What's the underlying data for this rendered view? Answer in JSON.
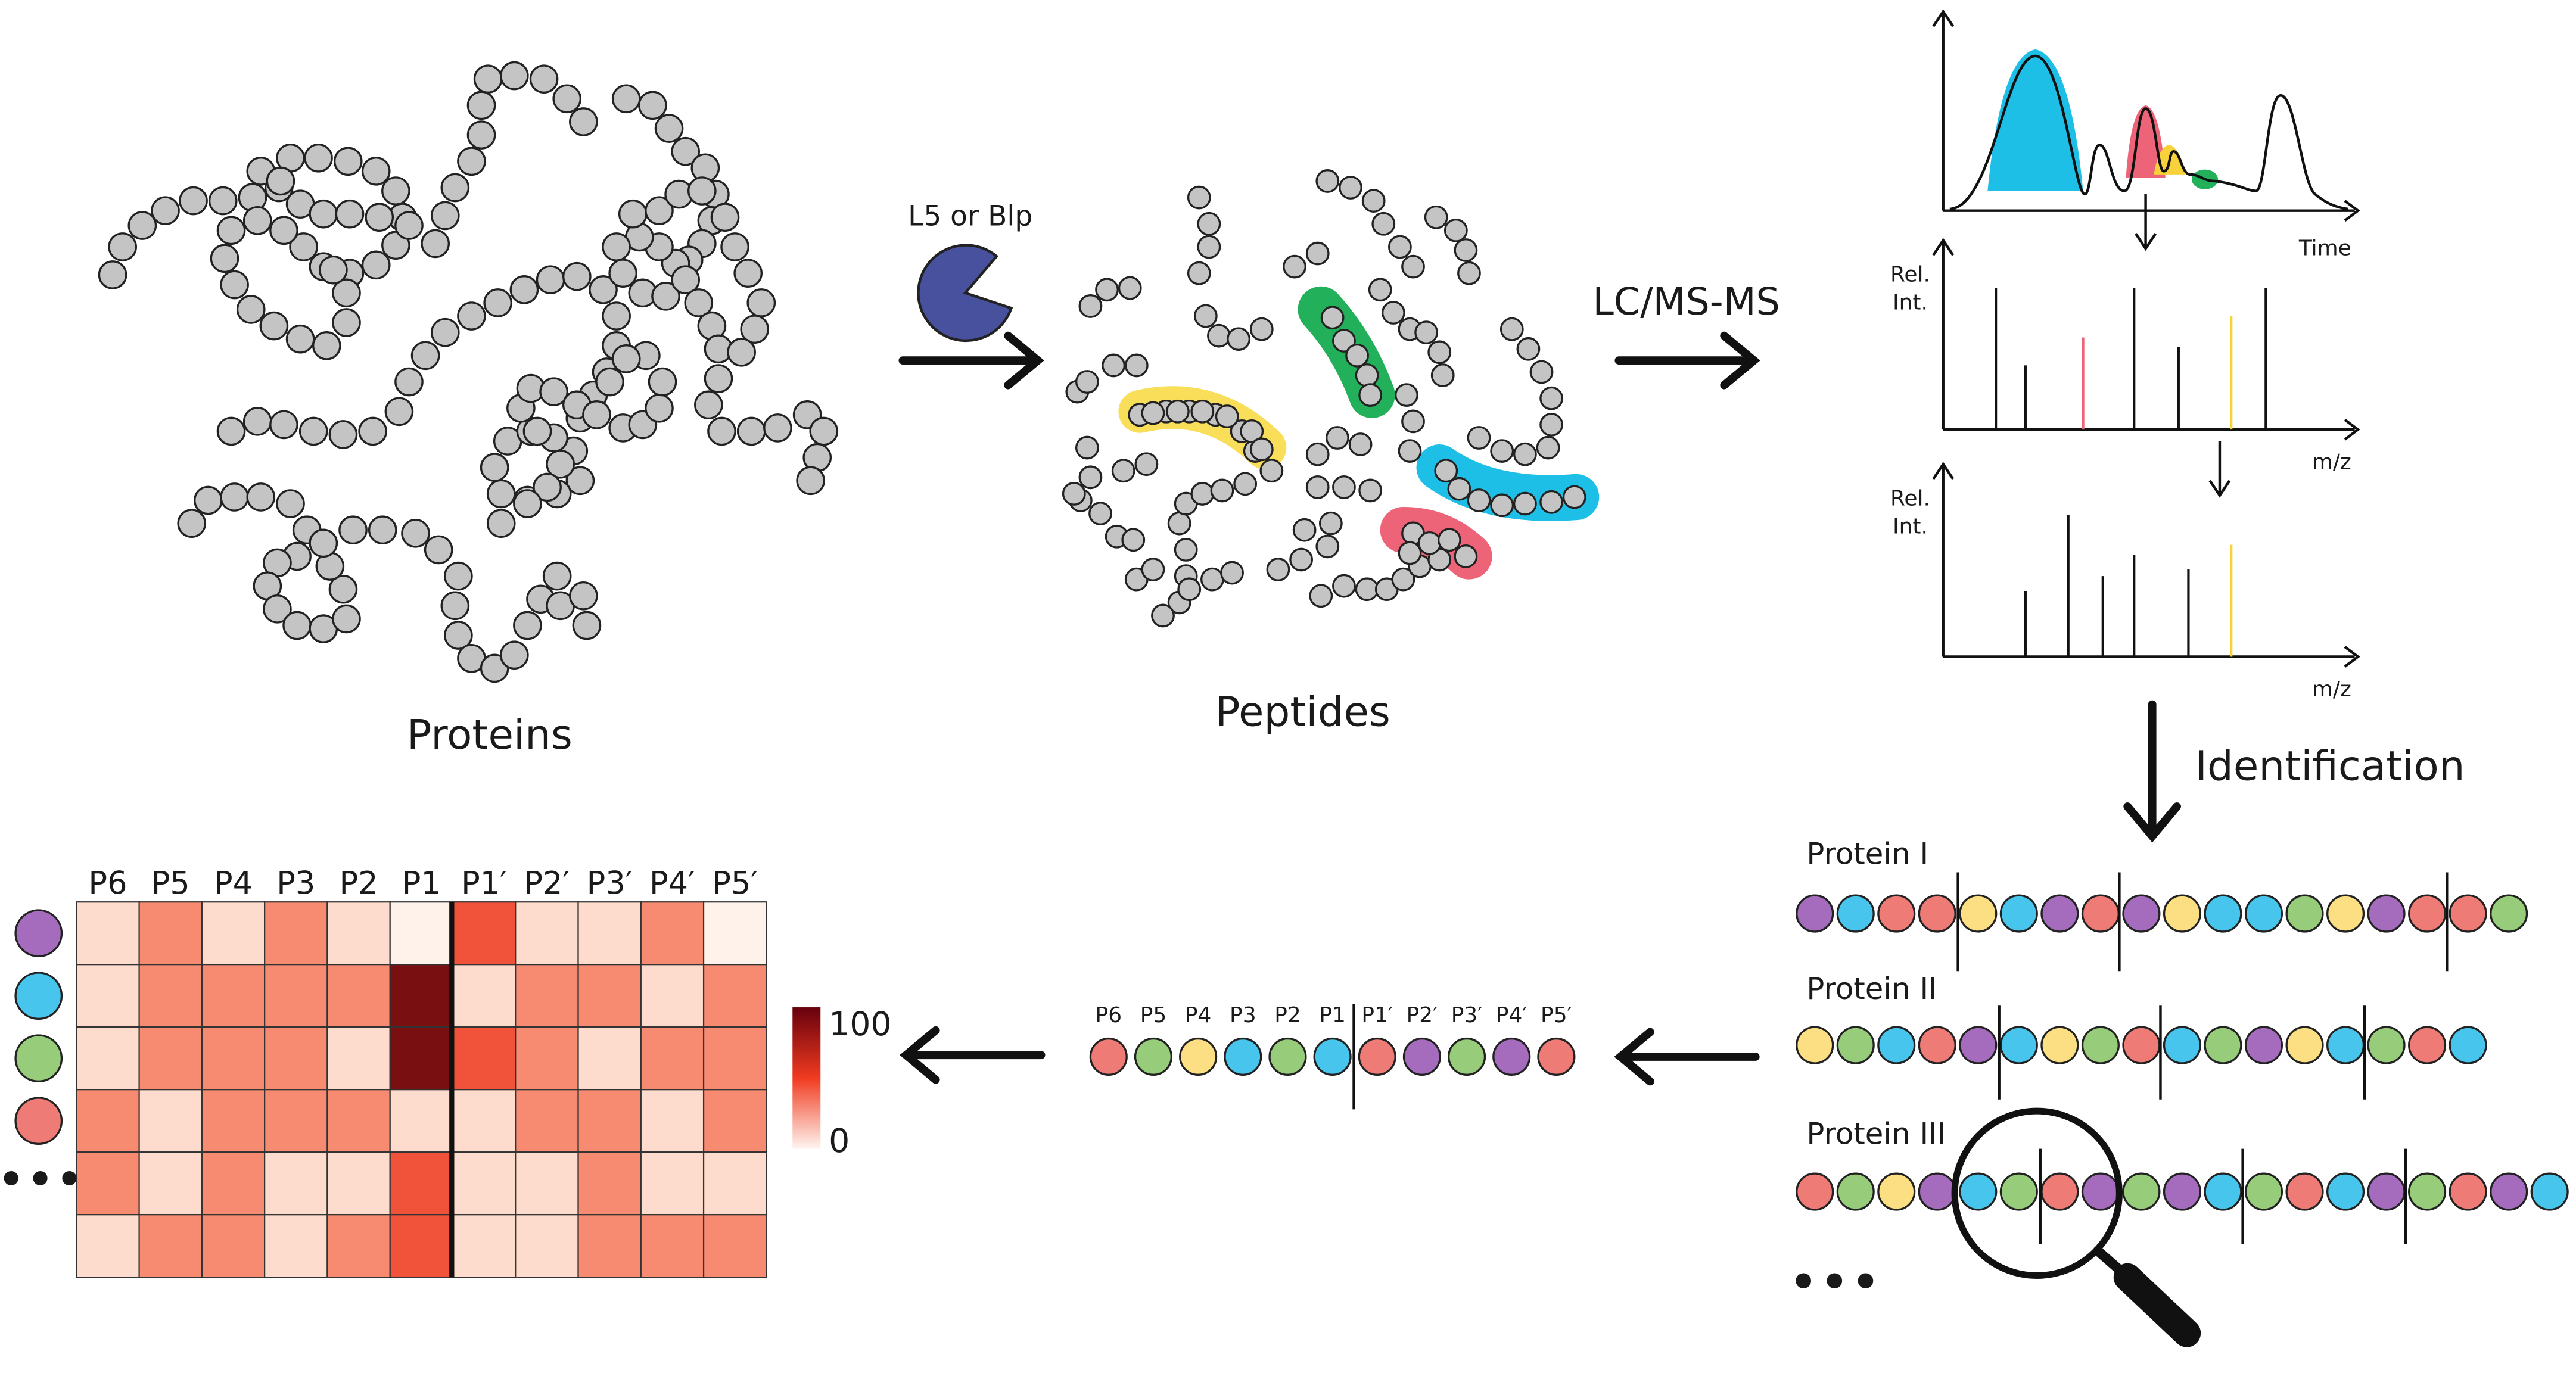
{
  "labels": {
    "proteins": "Proteins",
    "enzyme": "L5 or Blp",
    "peptides": "Peptides",
    "lcms": "LC/MS-MS",
    "identification": "Identification",
    "time_axis": "Time",
    "mz_axis_1": "m/z",
    "mz_axis_2": "m/z",
    "rel_int_1a": "Rel.",
    "rel_int_1b": "Int.",
    "rel_int_2a": "Rel.",
    "rel_int_2b": "Int.",
    "protein_1": "Protein I",
    "protein_2": "Protein II",
    "protein_3": "Protein III",
    "more_dots": "•••",
    "heat_more": "•••"
  },
  "colors": {
    "purple": "#a56bbd",
    "blue": "#48c5ec",
    "red": "#ee7b76",
    "yellow": "#fcde83",
    "green": "#96cc7a",
    "grey_bead": "#c4c4c4",
    "enzyme": "#48519e",
    "chrom_blue": "#1ebfe6",
    "chrom_red": "#ed6478",
    "chrom_yellow": "#f7d23a",
    "chrom_green": "#22b05a"
  },
  "protein_sequences": {
    "protein_1": [
      "purple",
      "blue",
      "red",
      "red",
      "yellow",
      "blue",
      "purple",
      "red",
      "purple",
      "yellow",
      "blue",
      "blue",
      "green",
      "yellow",
      "purple",
      "red",
      "red",
      "green"
    ],
    "protein_2": [
      "yellow",
      "green",
      "blue",
      "red",
      "purple",
      "blue",
      "yellow",
      "green",
      "red",
      "blue",
      "green",
      "purple",
      "yellow",
      "blue",
      "green",
      "red",
      "blue"
    ],
    "protein_3": [
      "red",
      "green",
      "yellow",
      "purple",
      "blue",
      "green",
      "red",
      "purple",
      "green",
      "purple",
      "blue",
      "green",
      "red",
      "blue",
      "purple",
      "green",
      "red",
      "purple",
      "blue"
    ]
  },
  "cleaved_peptide": {
    "positions": [
      "P6",
      "P5",
      "P4",
      "P3",
      "P2",
      "P1",
      "P1′",
      "P2′",
      "P3′",
      "P4′",
      "P5′"
    ],
    "colors": [
      "red",
      "green",
      "yellow",
      "blue",
      "green",
      "blue",
      "red",
      "purple",
      "green",
      "purple",
      "red"
    ]
  },
  "heatmap": {
    "columns": [
      "P6",
      "P5",
      "P4",
      "P3",
      "P2",
      "P1",
      "P1′",
      "P2′",
      "P3′",
      "P4′",
      "P5′"
    ],
    "row_colors": [
      "purple",
      "blue",
      "green",
      "red"
    ],
    "values": [
      [
        15,
        55,
        18,
        55,
        18,
        12,
        80,
        18,
        15,
        55,
        5
      ],
      [
        15,
        55,
        55,
        55,
        55,
        100,
        20,
        55,
        55,
        20,
        55
      ],
      [
        15,
        55,
        55,
        55,
        15,
        100,
        75,
        55,
        20,
        55,
        55
      ],
      [
        55,
        18,
        55,
        55,
        55,
        15,
        20,
        55,
        55,
        20,
        55
      ],
      [
        55,
        18,
        55,
        20,
        20,
        70,
        20,
        20,
        55,
        20,
        20
      ],
      [
        15,
        55,
        55,
        18,
        55,
        70,
        20,
        20,
        55,
        55,
        55
      ]
    ],
    "scale_max_label": "100",
    "scale_min_label": "0"
  }
}
